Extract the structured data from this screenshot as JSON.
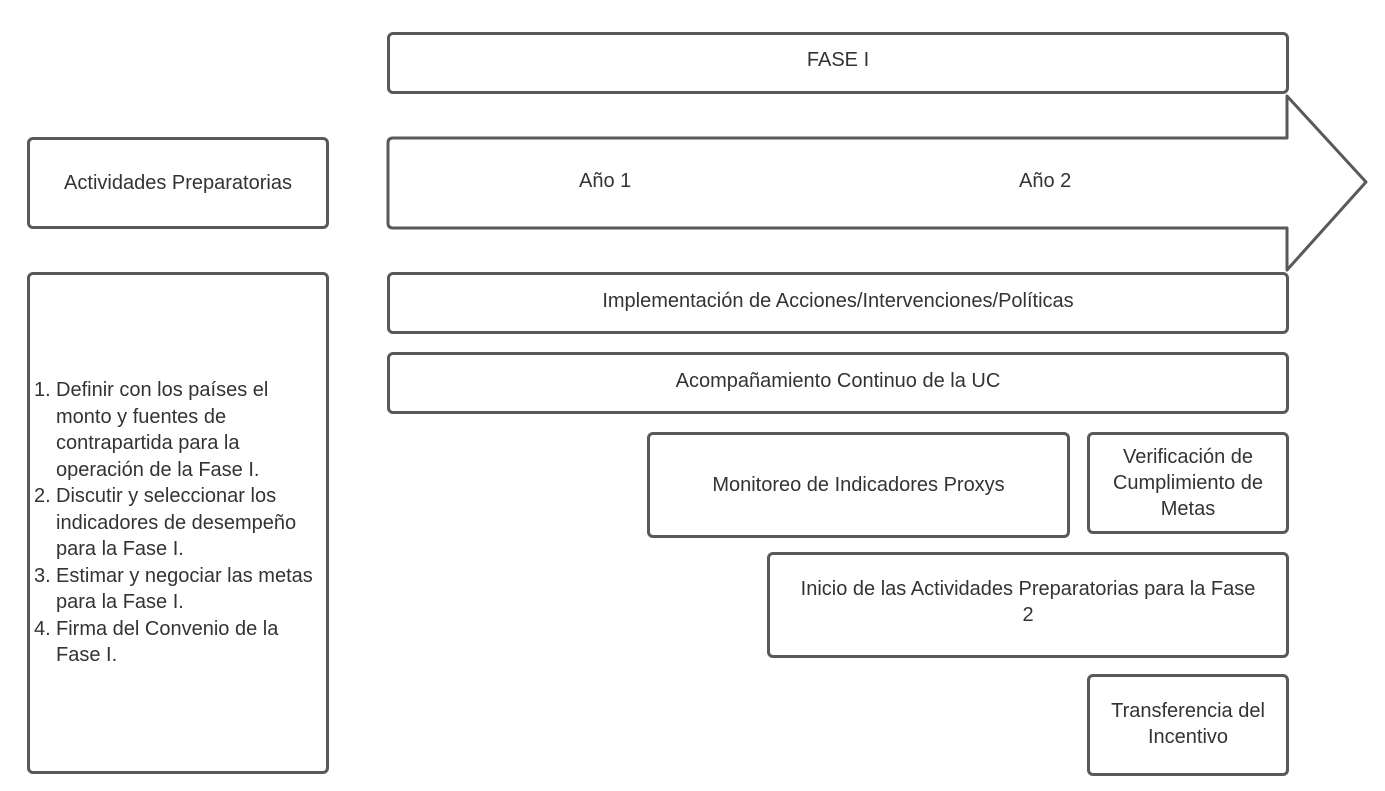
{
  "fase_header": "FASE I",
  "timeline": {
    "year1": "Año 1",
    "year2": "Año 2"
  },
  "left": {
    "title": "Actividades Preparatorias",
    "steps": [
      {
        "num": "1.",
        "text": "Definir con los países el monto y fuentes de contrapartida para la operación de la Fase I."
      },
      {
        "num": "2.",
        "text": "Discutir y seleccionar los indicadores de desempeño para la Fase I."
      },
      {
        "num": "3.",
        "text": "Estimar y negociar las metas para la Fase I."
      },
      {
        "num": "4.",
        "text": "Firma del Convenio de la Fase I."
      }
    ]
  },
  "activities": {
    "implementacion": "Implementación de Acciones/Intervenciones/Políticas",
    "acompanamiento": "Acompañamiento Continuo de la UC",
    "monitoreo": "Monitoreo de Indicadores Proxys",
    "verificacion": "Verificación de Cumplimiento de Metas",
    "inicio_fase2": "Inicio de las Actividades Preparatorias para la Fase 2",
    "transferencia": "Transferencia del Incentivo"
  },
  "colors": {
    "border": "#595959",
    "text": "#333333",
    "background": "#ffffff"
  }
}
